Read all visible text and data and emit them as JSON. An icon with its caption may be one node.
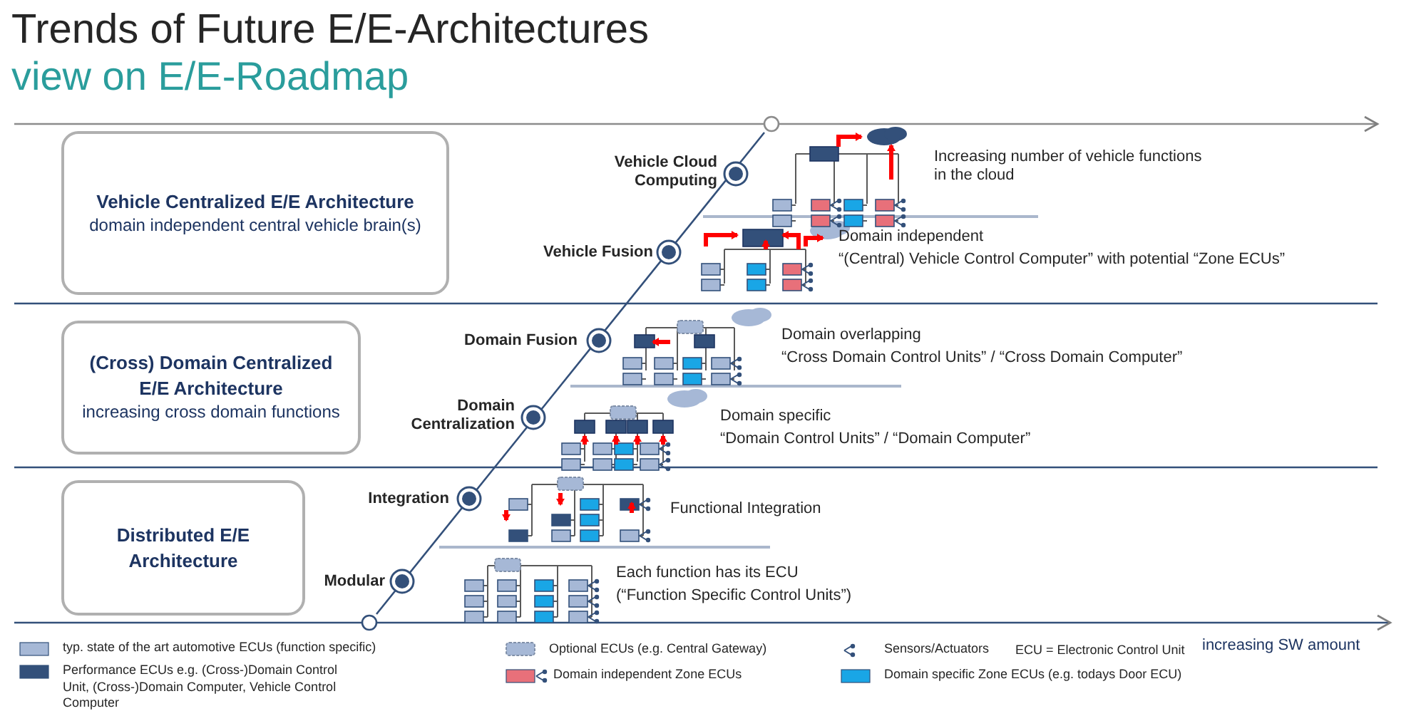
{
  "diagram": {
    "title": "Trends of Future E/E-Architectures",
    "nodes": [
      {
        "text": [
          "Vehicle Centralized E/E Architecture",
          "domain independent central vehicle brain(s)"
        ]
      },
      {
        "text": [
          "(Cross) Domain Centralized E/E Architecture",
          "increasing cross domain functions"
        ]
      },
      {
        "text": [
          "Distributed E/E Architecture"
        ]
      }
    ],
    "labels": [
      "view on E/E-Roadmap",
      "Vehicle Cloud Computing",
      "Increasing number of vehicle functions in the cloud",
      "Vehicle Fusion",
      "Domain independent",
      "“(Central) Vehicle Control Computer” with potential “Zone ECUs”",
      "Domain Fusion",
      "Domain overlapping",
      "“Cross Domain Control Units” / “Cross Domain Computer”",
      "Domain Centralization",
      "Domain specific",
      "“Domain Control Units” / “Domain Computer”",
      "Integration",
      "Functional Integration",
      "Modular",
      "Each function has its ECU",
      "(“Function Specific Control Units”)",
      "ECU = Electronic Control Unit",
      "increasing SW amount"
    ],
    "legend": [
      {
        "text": "typ. state of the art automotive ECUs (function specific)",
        "color": "#a6b8d6"
      },
      {
        "text": "Performance ECUs e.g. (Cross-)Domain Control Unit, (Cross-)Domain Computer, Vehicle Control Computer",
        "color": "#33507a"
      },
      {
        "text": "Optional ECUs (e.g. Central Gateway)"
      },
      {
        "text": "Domain independent Zone ECUs",
        "color": "#e8707a"
      },
      {
        "text": "Sensors/Actuators"
      },
      {
        "text": "Domain specific Zone ECUs (e.g. todays Door ECU)",
        "color": "#19a6e6"
      }
    ]
  }
}
